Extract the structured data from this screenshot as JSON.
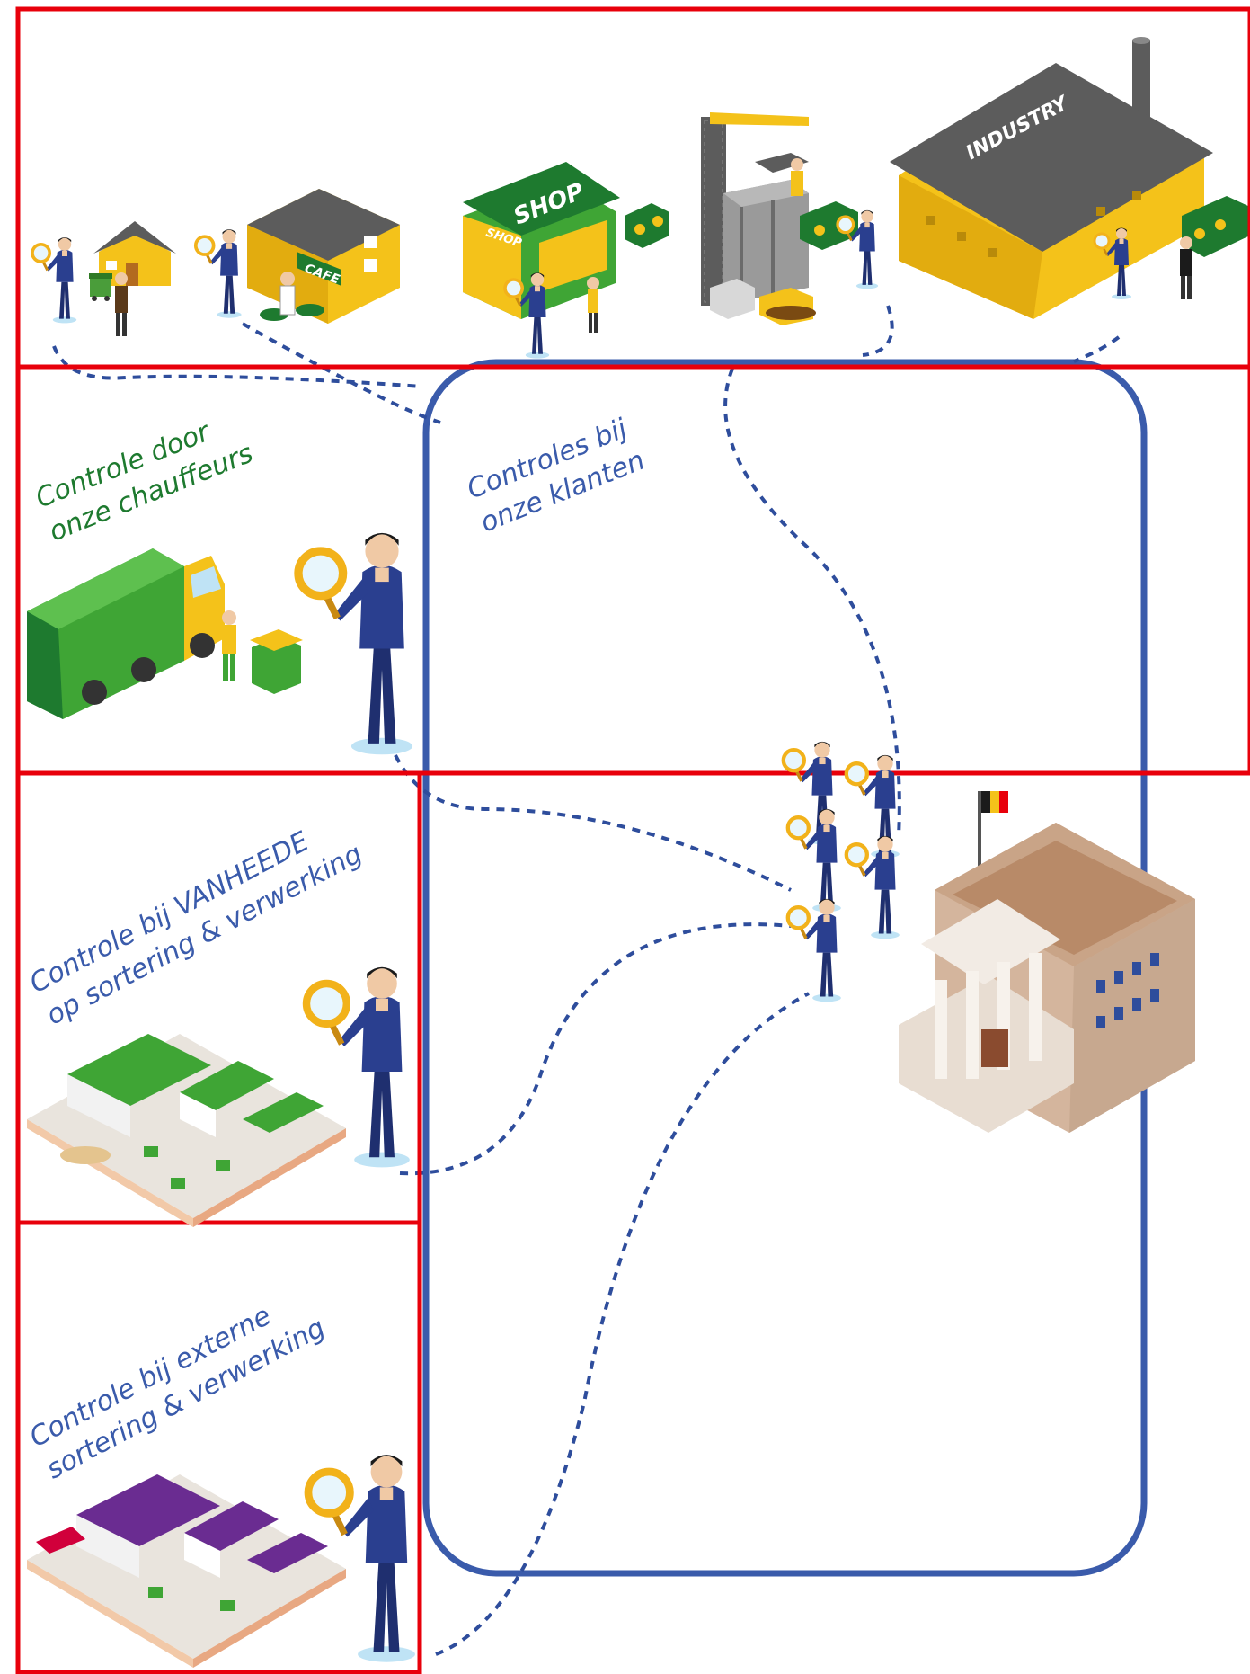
{
  "colors": {
    "frame_red": "#e8000b",
    "cycle_blue": "#3a5bab",
    "path_blue": "#2e4d9c",
    "label_green": "#1e7a2f",
    "label_blue": "#3a5bab",
    "building_yellow": "#f4c21a",
    "vanheede_green": "#3fa535",
    "external_purple": "#6a2c91",
    "suit_blue": "#2a3f8f",
    "magnifier_gold": "#f2b21a"
  },
  "sources": {
    "cafe_sign": "CAFE",
    "shop_sign_1": "SHOP",
    "shop_sign_2": "SHOP",
    "industry_sign": "INDUSTRY"
  },
  "labels": {
    "drivers": [
      "Controle door",
      "onze chauffeurs"
    ],
    "clients": [
      "Controles bij",
      "onze klanten"
    ],
    "vanheede": [
      "Controle bij VANHEEDE",
      "op sortering & verwerking"
    ],
    "external": [
      "Controle bij externe",
      "sortering & verwerking"
    ]
  }
}
